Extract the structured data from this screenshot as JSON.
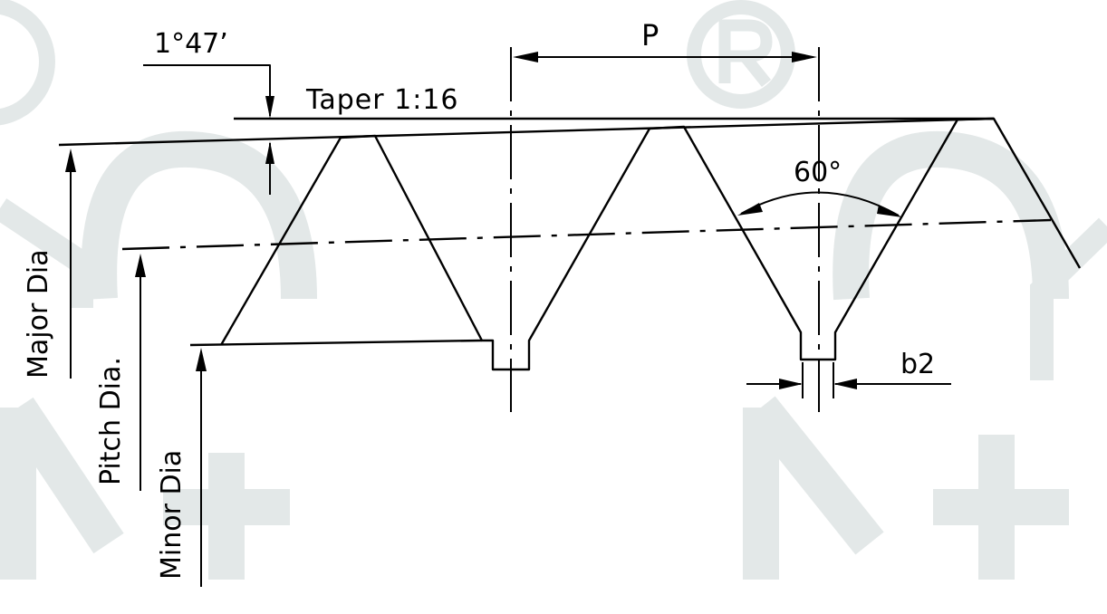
{
  "diagram": {
    "labels": {
      "angle_taper": "1°47’",
      "taper": "Taper 1:16",
      "pitch": "P",
      "thread_angle": "60°",
      "root_width": "b2",
      "major_dia": "Major Dia",
      "pitch_dia": "Pitch Dia.",
      "minor_dia": "Minor Dia"
    },
    "colors": {
      "line": "#000000",
      "watermark": "#e3e8e8",
      "background": "#ffffff"
    },
    "watermark_marks": [
      "registered-mark",
      "registered-mark"
    ]
  }
}
